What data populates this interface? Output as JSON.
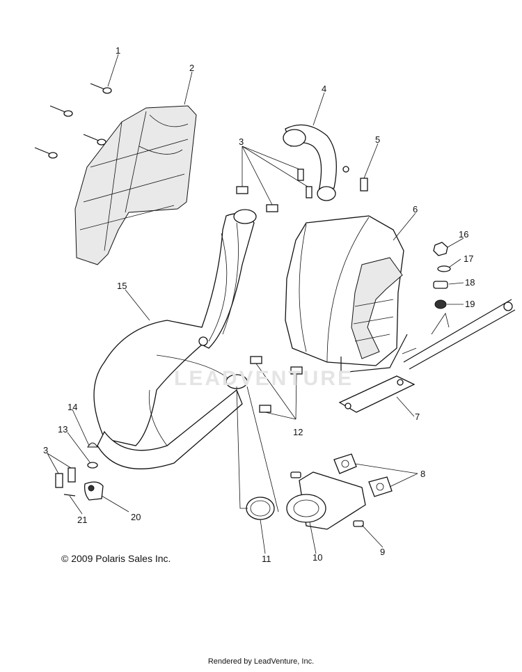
{
  "callouts": [
    {
      "id": "1",
      "label": "1"
    },
    {
      "id": "2",
      "label": "2"
    },
    {
      "id": "3a",
      "label": "3"
    },
    {
      "id": "4",
      "label": "4"
    },
    {
      "id": "5",
      "label": "5"
    },
    {
      "id": "6",
      "label": "6"
    },
    {
      "id": "16",
      "label": "16"
    },
    {
      "id": "17",
      "label": "17"
    },
    {
      "id": "18",
      "label": "18"
    },
    {
      "id": "19",
      "label": "19"
    },
    {
      "id": "15",
      "label": "15"
    },
    {
      "id": "7",
      "label": "7"
    },
    {
      "id": "12",
      "label": "12"
    },
    {
      "id": "14",
      "label": "14"
    },
    {
      "id": "13",
      "label": "13"
    },
    {
      "id": "3b",
      "label": "3"
    },
    {
      "id": "8",
      "label": "8"
    },
    {
      "id": "20",
      "label": "20"
    },
    {
      "id": "21",
      "label": "21"
    },
    {
      "id": "9",
      "label": "9"
    },
    {
      "id": "11",
      "label": "11"
    },
    {
      "id": "10",
      "label": "10"
    }
  ],
  "copyright": "© 2009 Polaris Sales Inc.",
  "footer": "Rendered by LeadVenture, Inc.",
  "watermark": "LEADVENTURE"
}
